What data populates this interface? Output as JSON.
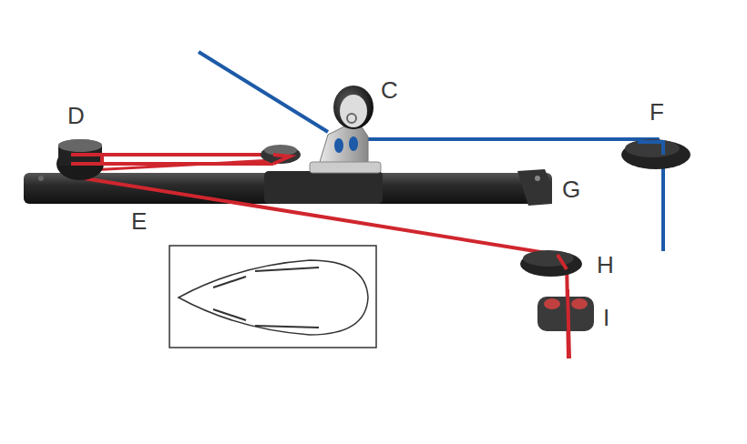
{
  "diagram": {
    "labels": [
      "C",
      "D",
      "E",
      "F",
      "G",
      "H",
      "I"
    ]
  }
}
